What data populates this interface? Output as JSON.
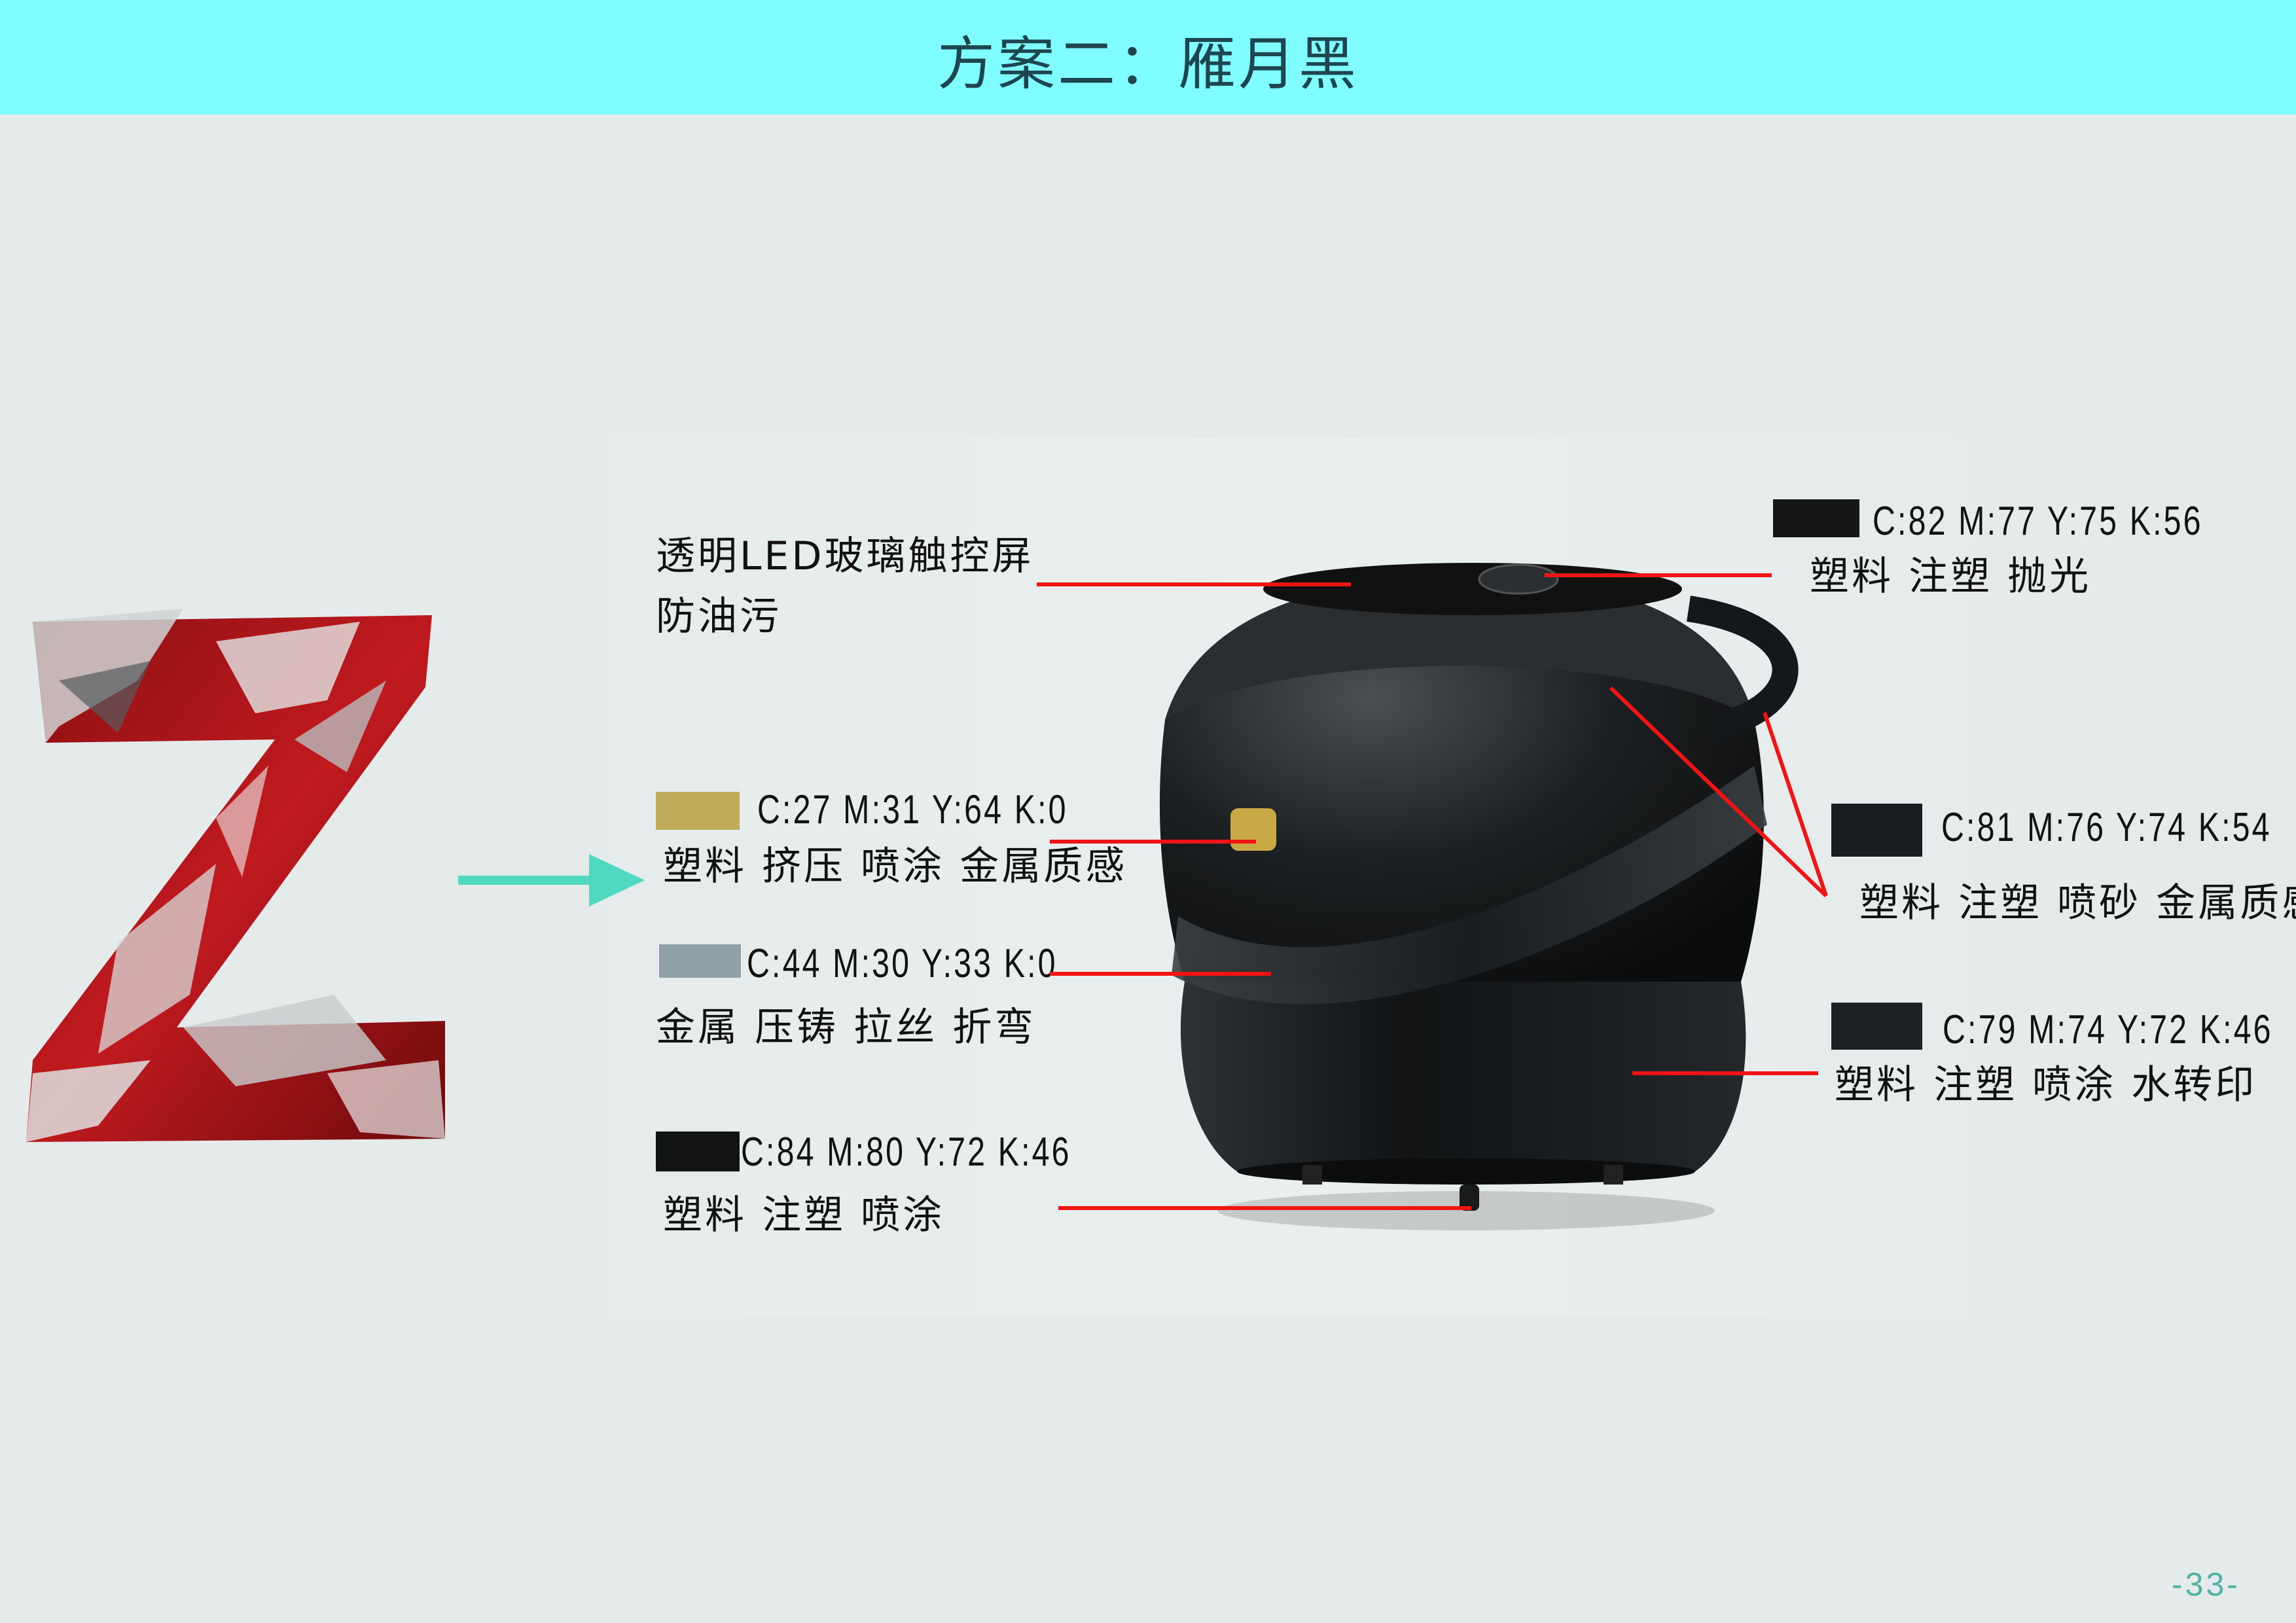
{
  "header": {
    "title": "方案二：雁月黑",
    "background": "#7ffdff"
  },
  "callouts": {
    "screen": {
      "line1": "透明LED玻璃触控屏",
      "line2": "防油污"
    },
    "gold": {
      "swatch": "#bfac5b",
      "cmyk": "C:27 M:31 Y:64 K:0",
      "process": "塑料 挤压 喷涂 金属质感"
    },
    "gray": {
      "swatch": "#8fa1a5",
      "cmyk": "C:44 M:30 Y:33 K:0",
      "process": "金属 压铸 拉丝 折弯"
    },
    "base": {
      "swatch": "#121414",
      "cmyk": "C:84 M:80 Y:72 K:46",
      "process": "塑料 注塑 喷涂"
    },
    "lid": {
      "swatch": "#141617",
      "cmyk": "C:82 M:77 Y:75 K:56",
      "process": "塑料 注塑 抛光"
    },
    "handle": {
      "swatch": "#1a1d20",
      "cmyk": "C:81 M:76 Y:74 K:54",
      "process": "塑料 注塑 喷砂 金属质感"
    },
    "bottom": {
      "swatch": "#1c2124",
      "cmyk": "C:79 M:74 Y:72 K:46",
      "process": "塑料 注塑 喷涂 水转印"
    }
  },
  "accent_line_color": "#f01414",
  "arrow_color": "#4fd9c0",
  "page_number": "-33-"
}
